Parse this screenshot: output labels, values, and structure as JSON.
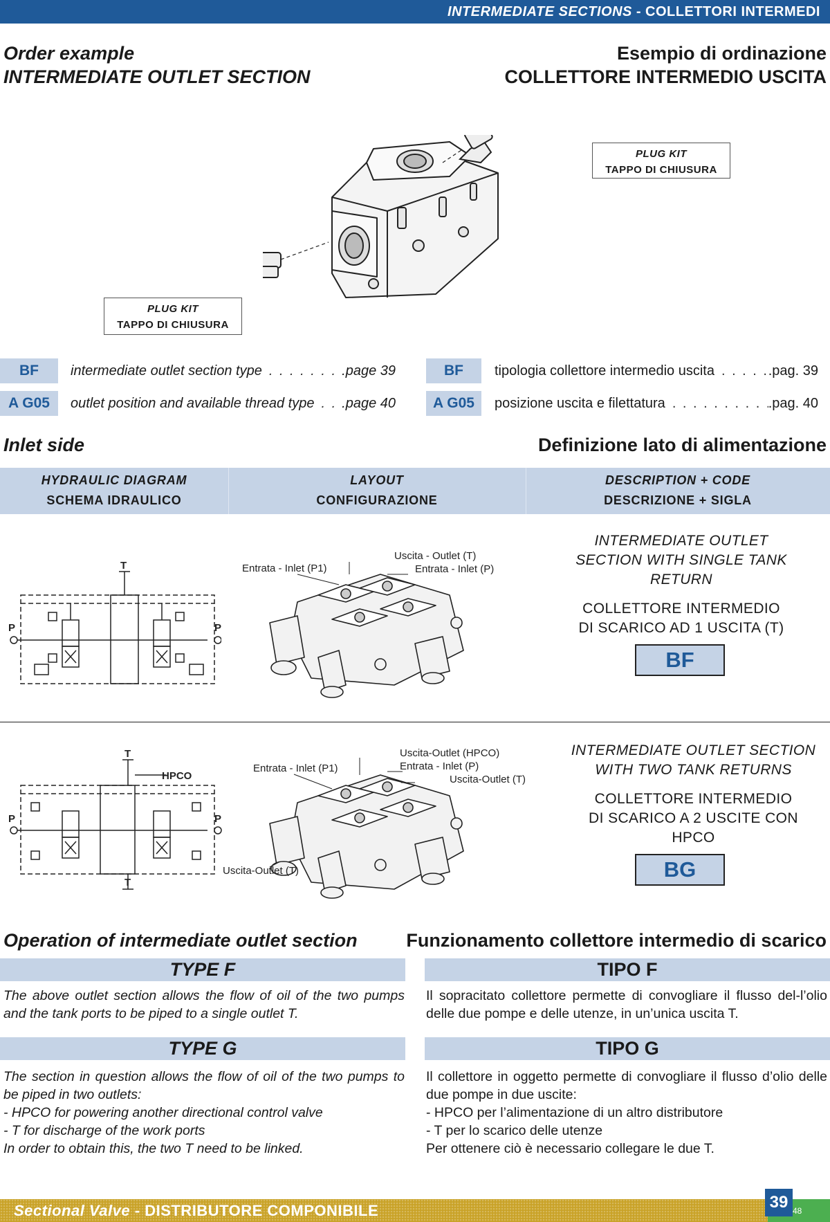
{
  "header": {
    "section_en": "INTERMEDIATE SECTIONS",
    "separator": "-",
    "section_it": "COLLETTORI INTERMEDI"
  },
  "order": {
    "title_en_1": "Order example",
    "title_en_2": "INTERMEDIATE OUTLET SECTION",
    "title_it_1": "Esempio di ordinazione",
    "title_it_2": "COLLETTORE INTERMEDIO USCITA"
  },
  "plug_kit_top": {
    "line1": "PLUG KIT",
    "line2": "TAPPO DI CHIUSURA"
  },
  "plug_kit_bottom": {
    "line1": "PLUG KIT",
    "line2": "TAPPO DI CHIUSURA"
  },
  "codes_en": [
    {
      "code": "BF",
      "desc": "intermediate outlet section type",
      "dots": ". . . . . . . . . . . . .",
      "page": ".page 39"
    },
    {
      "code": "A G05",
      "desc": "outlet position and available thread type",
      "dots": ". . . . .",
      "page": ".page 40"
    }
  ],
  "codes_it": [
    {
      "code": "BF",
      "desc": "tipologia collettore intermedio uscita",
      "dots": ". . . . . . . .",
      "page": ".pag. 39"
    },
    {
      "code": "A G05",
      "desc": "posizione uscita e filettatura",
      "dots": ". . . . . . . . . . . . . . . . . . . .",
      "page": ".pag. 40"
    }
  ],
  "inlet": {
    "title_en": "Inlet side",
    "title_it": "Definizione lato di alimentazione"
  },
  "table_head": {
    "col1_en": "HYDRAULIC DIAGRAM",
    "col1_it": "SCHEMA IDRAULICO",
    "col2_en": "LAYOUT",
    "col2_it": "CONFIGURAZIONE",
    "col3_en": "DESCRIPTION + CODE",
    "col3_it": "DESCRIZIONE + SIGLA"
  },
  "row_bf": {
    "diagram_labels": {
      "T": "T",
      "P_left": "P",
      "P_right": "P"
    },
    "layout_labels": {
      "inlet_p1": "Entrata - Inlet (P1)",
      "outlet_t": "Uscita - Outlet (T)",
      "inlet_p": "Entrata - Inlet (P)"
    },
    "desc_en": "INTERMEDIATE OUTLET\nSECTION WITH SINGLE TANK\nRETURN",
    "desc_it": "COLLETTORE INTERMEDIO\nDI SCARICO AD 1 USCITA (T)",
    "code": "BF"
  },
  "row_bg": {
    "diagram_labels": {
      "T_top": "T",
      "HPCO": "HPCO",
      "P_left": "P",
      "P_right": "P",
      "T_bottom": "T"
    },
    "layout_labels": {
      "inlet_p1": "Entrata - Inlet (P1)",
      "outlet_hpco": "Uscita-Outlet (HPCO)",
      "inlet_p": "Entrata - Inlet (P)",
      "outlet_t_right": "Uscita-Outlet (T)",
      "outlet_t_left": "Uscita-Outlet (T)"
    },
    "desc_en": "INTERMEDIATE OUTLET SECTION\nWITH TWO TANK RETURNS",
    "desc_it": "COLLETTORE INTERMEDIO\nDI SCARICO A 2 USCITE CON\nHPCO",
    "code": "BG"
  },
  "operation": {
    "title_en": "Operation of intermediate outlet section",
    "title_it": "Funzionamento collettore intermedio di scarico",
    "type_f_en": "TYPE F",
    "type_f_it": "TIPO F",
    "type_f_text_en": "The above outlet section allows the flow of oil of the two pumps and the tank ports to be piped to a single outlet T.",
    "type_f_text_it": "Il sopracitato collettore permette di convogliare il flusso del-l’olio delle due pompe e delle utenze, in un’unica uscita T.",
    "type_g_en": "TYPE G",
    "type_g_it": "TIPO G",
    "type_g_text_en": "The section in question allows the flow of oil of the two pumps to be piped in two outlets:\n- HPCO for powering another directional control valve\n- T for discharge of the work ports\nIn order to obtain this, the two T need to be linked.",
    "type_g_text_it": "Il collettore in oggetto permette di convogliare il flusso d’olio delle due pompe in due uscite:\n- HPCO per l’alimentazione di un altro distributore\n- T per lo scarico delle utenze\nPer ottenere ciò è necessario collegare le due T."
  },
  "footer": {
    "product_en": "Sectional Valve",
    "separator": "-",
    "product_it": "DISTRIBUTORE COMPONIBILE",
    "page": "39",
    "page_small": "48"
  },
  "colors": {
    "brand_blue": "#1f5a99",
    "light_blue": "#c5d3e6",
    "footer_gold": "#c9a227",
    "footer_green": "#4caf50"
  }
}
